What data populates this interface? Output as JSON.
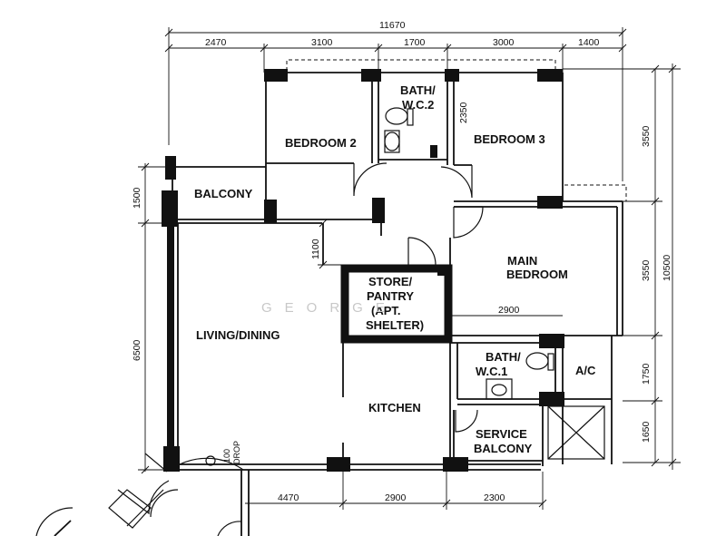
{
  "rooms": {
    "bedroom2": "BEDROOM 2",
    "bath2_line1": "BATH/",
    "bath2_line2": "W.C.2",
    "bedroom3": "BEDROOM 3",
    "balcony": "BALCONY",
    "main_bedroom_line1": "MAIN",
    "main_bedroom_line2": "BEDROOM",
    "store_line1": "STORE/",
    "store_line2": "PANTRY",
    "store_line3": "(APT.",
    "store_line4": "SHELTER)",
    "living_dining": "LIVING/DINING",
    "bath1_line1": "BATH/",
    "bath1_line2": "W.C.1",
    "ac": "A/C",
    "kitchen": "KITCHEN",
    "service_balcony_line1": "SERVICE",
    "service_balcony_line2": "BALCONY",
    "drop_line1": "100",
    "drop_line2": "DROP"
  },
  "dimensions": {
    "overall_width": "11670",
    "top": [
      "2470",
      "3100",
      "1700",
      "3000",
      "1400"
    ],
    "bath2_depth": "2350",
    "main_bedroom_width": "2900",
    "bottom": [
      "4470",
      "2900",
      "2300"
    ],
    "left": [
      "1500",
      "1100",
      "6500"
    ],
    "right": [
      "3550",
      "3550",
      "1750",
      "1650"
    ],
    "overall_depth": "10500"
  },
  "watermark": "GEORGE"
}
